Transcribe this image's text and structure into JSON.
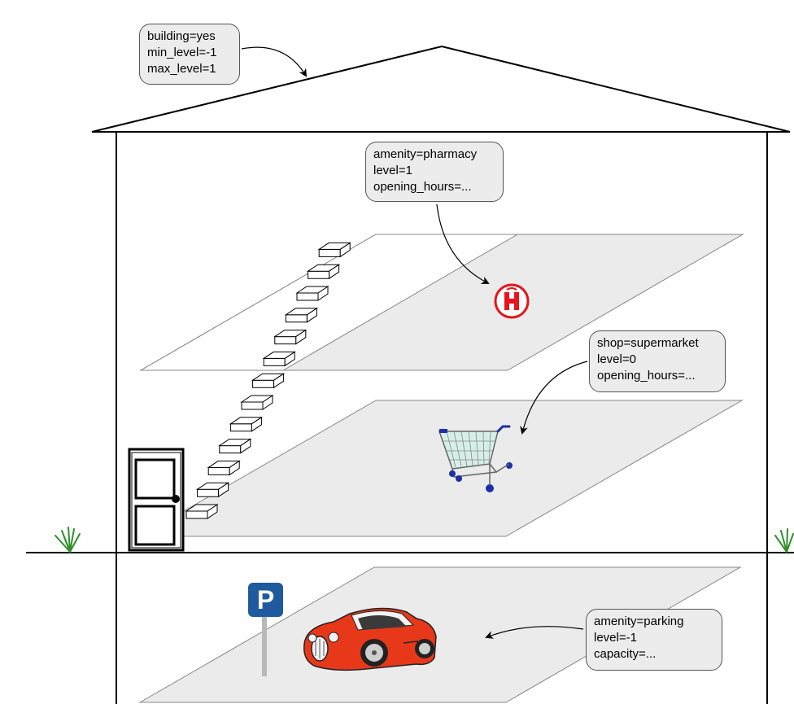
{
  "callouts": {
    "building": [
      "building=yes",
      "min_level=-1",
      "max_level=1"
    ],
    "pharmacy": [
      "amenity=pharmacy",
      "level=1",
      "opening_hours=..."
    ],
    "supermarket": [
      "shop=supermarket",
      "level=0",
      "opening_hours=..."
    ],
    "parking": [
      "amenity=parking",
      "level=-1",
      "capacity=..."
    ]
  },
  "parking_sign_letter": "P",
  "colors": {
    "floor_fill": "#ebebeb",
    "callout_fill": "#ececec",
    "pharmacy_red": "#e8141c",
    "car_red": "#e8381a",
    "sign_blue": "#1f5a9e",
    "grass_green": "#2f8f2b"
  }
}
